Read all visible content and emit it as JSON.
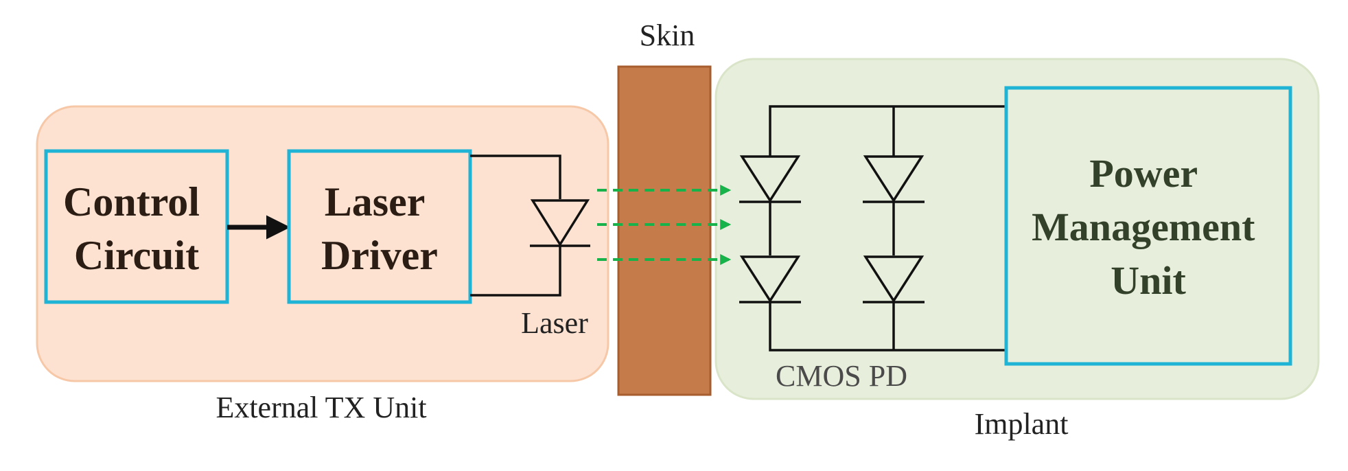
{
  "labels": {
    "skin": "Skin",
    "control_circuit": [
      "Control",
      "Circuit"
    ],
    "laser_driver": [
      "Laser",
      "Driver"
    ],
    "laser": "Laser",
    "external_tx_unit": "External TX Unit",
    "power_management_unit": [
      "Power",
      "Management",
      "Unit"
    ],
    "cmos_pd": "CMOS PD",
    "implant": "Implant"
  },
  "colors": {
    "external_region_fill": "#fde2d1",
    "external_region_stroke": "#f6c8a8",
    "implant_region_fill": "#e7eedb",
    "implant_region_stroke": "#d9e4c8",
    "skin_fill": "#c57b4a",
    "skin_stroke": "#a85d2f",
    "block_border": "#1fb3d6",
    "beam": "#17b24a"
  }
}
